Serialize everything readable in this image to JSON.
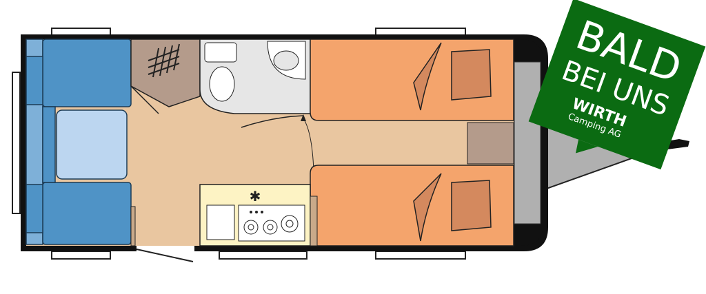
{
  "sign": {
    "line1": "BALD",
    "line2": "BEI UNS",
    "brand": "WIRTH",
    "brand_sub": "Camping AG"
  },
  "kitchen": {
    "fridge_symbol": "✱"
  },
  "colors": {
    "upholstery": "#4f93c6",
    "upholstery_light": "#7eb0d8",
    "table": "#bcd6f0",
    "bed": "#f4a46c",
    "pillow": "#d4895e",
    "floor": "#e9c6a0",
    "cabinet": "#b49b8b",
    "bathroom": "#e6e6e6",
    "kitchen": "#fdf3c4",
    "drawbar": "#b0b0b0",
    "sign_green": "#0b6b12"
  }
}
